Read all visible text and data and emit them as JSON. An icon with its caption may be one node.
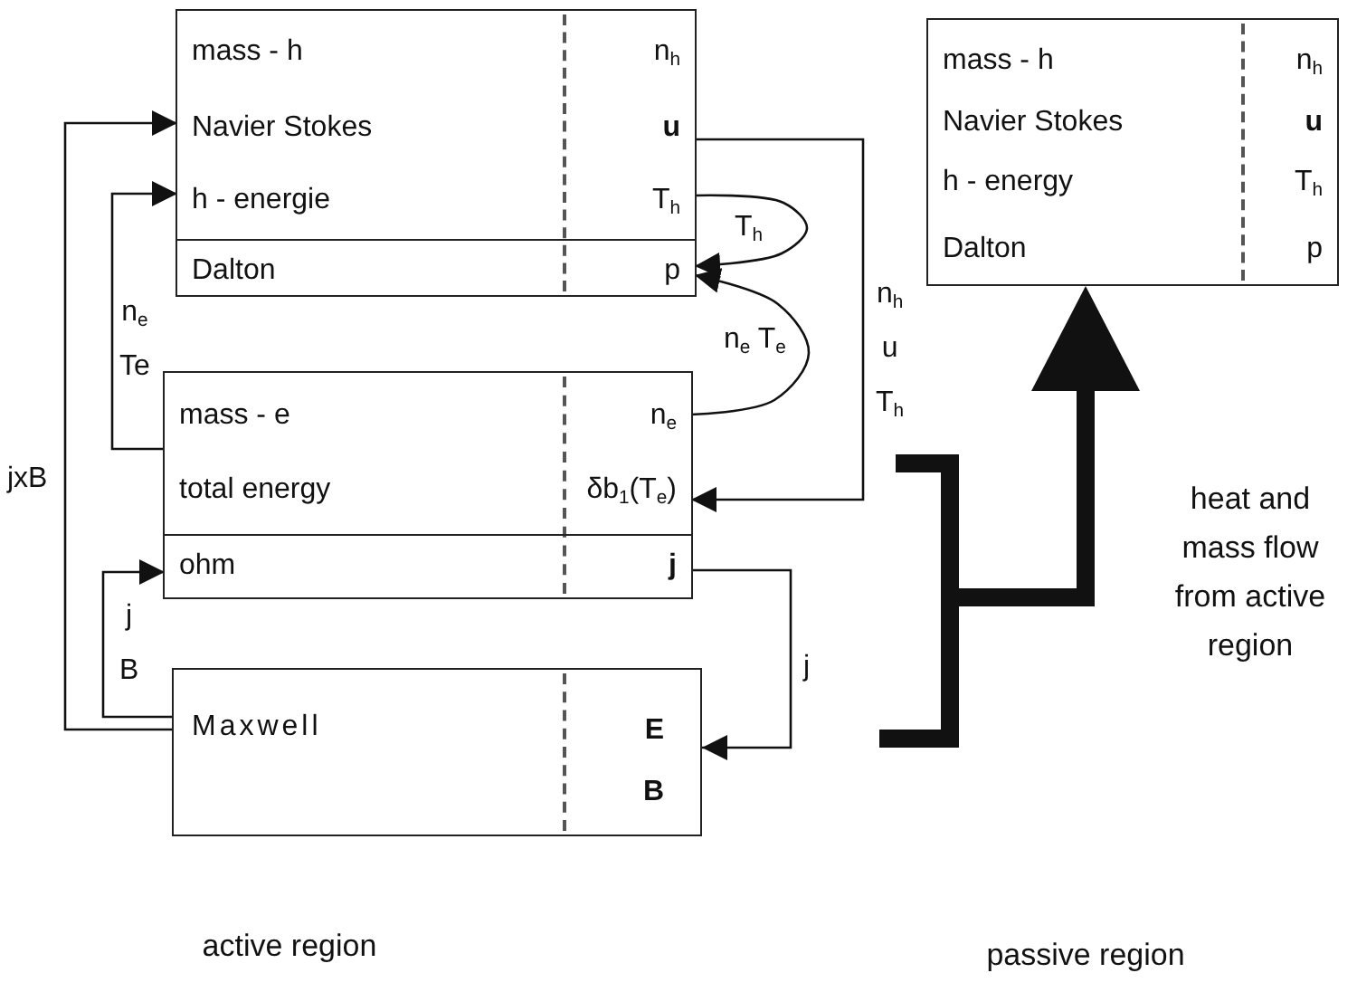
{
  "diagram": {
    "nodes": [
      {
        "text": [],
        "shape": "box"
      },
      {
        "text": [
          "mass - h",
          "n$_{h}$"
        ],
        "in": 0
      },
      {
        "text": [
          "Navier Stokes",
          "u"
        ],
        "in": 0
      },
      {
        "text": [
          "h - energie",
          "T$_{h}$"
        ],
        "in": 0
      },
      {
        "text": [
          "Dalton",
          "p"
        ],
        "in": 0
      },
      {
        "text": [],
        "shape": "box"
      },
      {
        "text": [
          "mass  - e",
          "n$_{e}$"
        ],
        "in": 5
      },
      {
        "text": [
          "total energy",
          "δb$_{1}$(T$_{e}$)"
        ],
        "in": 5
      },
      {
        "text": [
          "ohm",
          "j"
        ],
        "in": 5
      },
      {
        "text": [
          "Maxwell",
          "E",
          "B"
        ]
      },
      {
        "text": [],
        "shape": "box"
      },
      {
        "text": [
          "mass - h",
          "n$_{h}$"
        ],
        "in": 10
      },
      {
        "text": [
          "Navier Stokes",
          "u"
        ],
        "in": 10
      },
      {
        "text": [
          "h - energy",
          "T$_{h}$"
        ],
        "in": 10
      },
      {
        "text": [
          "Dalton",
          "p"
        ],
        "in": 10
      }
    ],
    "edges": [
      {
        "from": 9,
        "to": 2,
        "arrow": "to",
        "label": "jxB"
      },
      {
        "from": 5,
        "to": 3,
        "arrow": "to",
        "label": "n$_{e}$ Te"
      },
      {
        "from": 9,
        "to": 8,
        "arrow": "to",
        "label": "j B"
      },
      {
        "from": 3,
        "to": 4,
        "arrow": "to",
        "label": "T$_{h}$"
      },
      {
        "from": 6,
        "to": 4,
        "arrow": "to",
        "label": "n$_{e}$ T$_{e}$"
      },
      {
        "from": 2,
        "to": 7,
        "arrow": "to",
        "label": "n$_{h}$ u T$_{h}$"
      },
      {
        "from": 8,
        "to": 9,
        "arrow": "to",
        "label": "j"
      },
      {
        "from": null,
        "to": 10,
        "arrow": "to",
        "style": "thick"
      }
    ],
    "labels": [
      "heat and mass flow from active region",
      "active region",
      "passive region"
    ]
  }
}
